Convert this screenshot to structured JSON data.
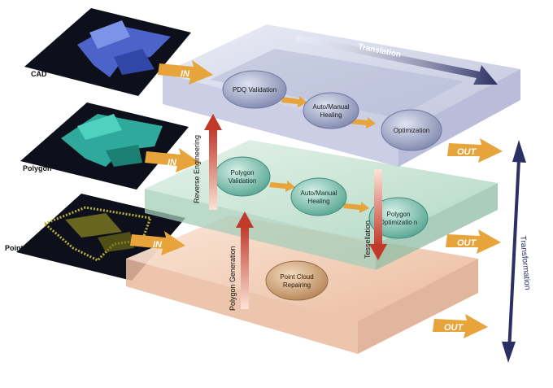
{
  "inputs": {
    "cad": "CAD",
    "polygon": "Polygon",
    "point_cloud": "Point Cloud"
  },
  "io": {
    "in": "IN",
    "out": "OUT"
  },
  "layers": {
    "cad": {
      "nodes": [
        "PDQ Validation",
        "Auto/Manual Healing",
        "Optimization"
      ]
    },
    "polygon": {
      "nodes": [
        "Polygon Validation",
        "Auto/Manual Healing",
        "Polygon Optimization"
      ]
    },
    "point_cloud": {
      "nodes": [
        "Point Cloud Repairing"
      ]
    }
  },
  "vertical_processes": {
    "reverse_engineering": "Reverse Engineering",
    "polygon_generation": "Polygon Generation",
    "tessellation": "Tessellation"
  },
  "axes": {
    "translation": "Translation",
    "transformation": "Transformation"
  },
  "colors": {
    "cad_layer": "#c9cde3",
    "polygon_layer": "#b9dcc8",
    "point_layer": "#f0c7ad",
    "io_arrow": "#e6a43a",
    "axis_arrow": "#2b2f63",
    "cad_node": "#8e97b9",
    "polygon_node": "#6fb6a3",
    "point_node": "#c89a6a"
  }
}
